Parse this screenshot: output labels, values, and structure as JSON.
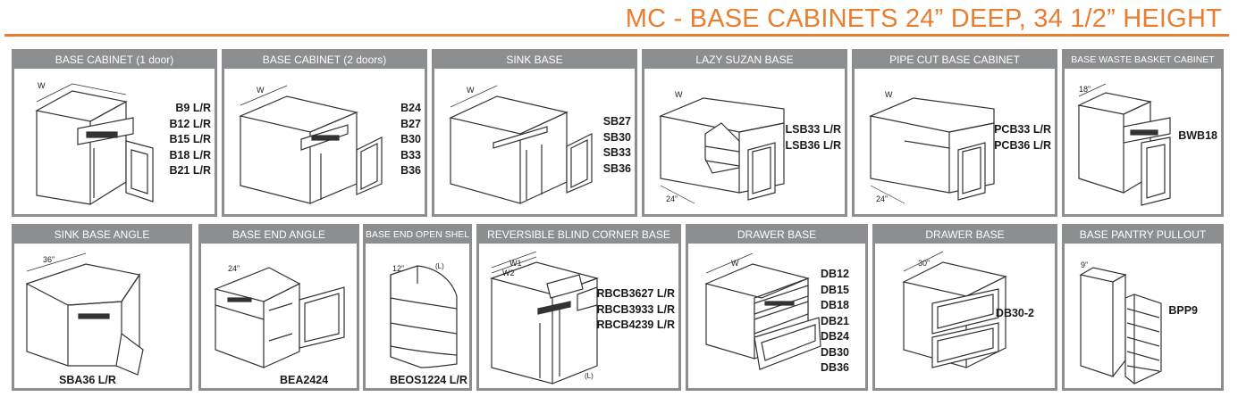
{
  "title": "MC - BASE CABINETS 24” DEEP, 34 1/2” HEIGHT",
  "colors": {
    "accent": "#e87e2f",
    "panel_border": "#8d8e90",
    "panel_header_bg": "#8d8e90",
    "panel_header_text": "#ffffff"
  },
  "cards": {
    "base_1door": {
      "title": "BASE CABINET (1 door)",
      "codes": [
        "B9 L/R",
        "B12 L/R",
        "B15 L/R",
        "B18 L/R",
        "B21 L/R"
      ],
      "dim": "W"
    },
    "base_2doors": {
      "title": "BASE CABINET (2 doors)",
      "codes": [
        "B24",
        "B27",
        "B30",
        "B33",
        "B36"
      ],
      "dim": "W"
    },
    "sink_base": {
      "title": "SINK BASE",
      "codes": [
        "SB27",
        "SB30",
        "SB33",
        "SB36"
      ],
      "dim": "W"
    },
    "lazy_suzan": {
      "title": "LAZY SUZAN BASE",
      "codes": [
        "LSB33 L/R",
        "LSB36 L/R"
      ],
      "dim": "W",
      "dim2": "24”"
    },
    "pipe_cut": {
      "title": "PIPE CUT BASE CABINET",
      "codes": [
        "PCB33 L/R",
        "PCB36 L/R"
      ],
      "dim": "W",
      "dim2": "24”"
    },
    "waste_basket": {
      "title": "BASE WASTE BASKET CABINET",
      "codes": [
        "BWB18"
      ],
      "dim": "18”"
    },
    "sink_base_angle": {
      "title": "SINK BASE ANGLE",
      "codes": [
        "SBA36 L/R"
      ],
      "dim": "36”"
    },
    "base_end_angle": {
      "title": "BASE END ANGLE",
      "codes": [
        "BEA2424"
      ],
      "dim": "24”"
    },
    "end_open_shelf": {
      "title": "BASE END OPEN SHELF",
      "codes": [
        "BEOS1224 L/R"
      ],
      "dim": "12”",
      "side_mark": "(L)"
    },
    "blind_corner": {
      "title": "REVERSIBLE BLIND CORNER BASE",
      "codes": [
        "RBCB3627 L/R",
        "RBCB3933 L/R",
        "RBCB4239 L/R"
      ],
      "dim": "W1",
      "dim2": "W2",
      "side_mark": "(L)"
    },
    "drawer_base_1": {
      "title": "DRAWER BASE",
      "codes": [
        "DB12",
        "DB15",
        "DB18",
        "DB21",
        "DB24",
        "DB30",
        "DB36"
      ],
      "dim": "W"
    },
    "drawer_base_2": {
      "title": "DRAWER BASE",
      "codes": [
        "DB30-2"
      ],
      "dim": "30”"
    },
    "pantry_pullout": {
      "title": "BASE PANTRY PULLOUT",
      "codes": [
        "BPP9"
      ],
      "dim": "9”"
    }
  }
}
